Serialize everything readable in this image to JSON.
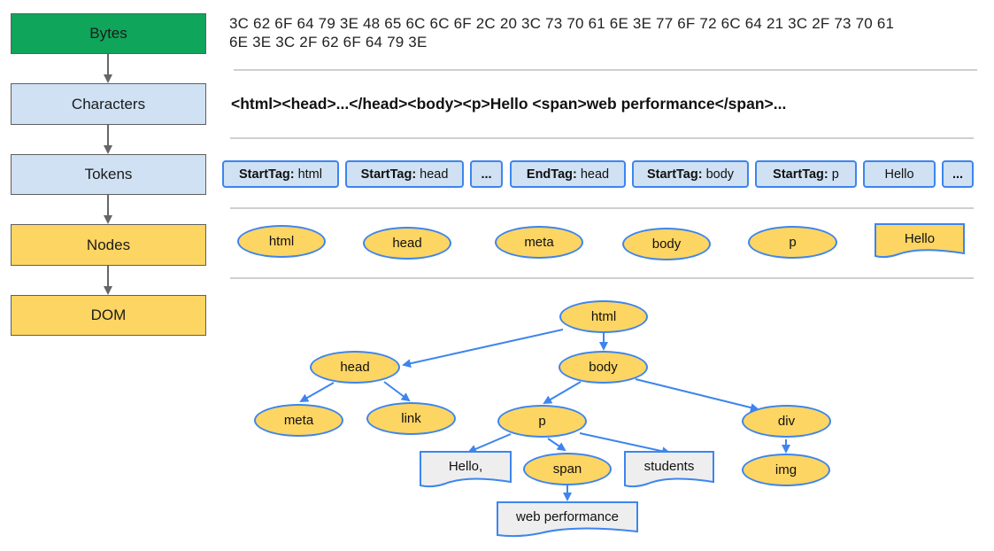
{
  "stages": {
    "bytes": "Bytes",
    "characters": "Characters",
    "tokens": "Tokens",
    "nodes": "Nodes",
    "dom": "DOM"
  },
  "bytes_hex": {
    "line1": "3C 62 6F 64 79 3E 48 65 6C 6C 6F 2C 20 3C 73 70 61 6E 3E 77 6F 72 6C 64 21 3C 2F 73 70 61",
    "line2": "6E 3E 3C 2F 62 6F 64 79 3E"
  },
  "characters_text": "<html><head>...</head><body><p>Hello <span>web performance</span>...",
  "tokens": [
    {
      "kind": "StartTag:",
      "value": "html"
    },
    {
      "kind": "StartTag:",
      "value": "head"
    },
    {
      "kind": "...",
      "value": ""
    },
    {
      "kind": "EndTag:",
      "value": "head"
    },
    {
      "kind": "StartTag:",
      "value": "body"
    },
    {
      "kind": "StartTag:",
      "value": "p"
    },
    {
      "kind": "",
      "value": "Hello"
    },
    {
      "kind": "...",
      "value": ""
    }
  ],
  "nodes": [
    "html",
    "head",
    "meta",
    "body",
    "p",
    "Hello"
  ],
  "dom": {
    "html": "html",
    "head": "head",
    "body": "body",
    "meta": "meta",
    "link": "link",
    "p": "p",
    "div": "div",
    "hello": "Hello,",
    "span": "span",
    "students": "students",
    "img": "img",
    "web_performance": "web performance"
  },
  "colors": {
    "bytes_fill": "#0fa55a",
    "characters_tokens_fill": "#cfe1f3",
    "nodes_fill": "#fdd562",
    "outline_blue": "#3d85ee",
    "text_node_fill": "#eeeeee"
  }
}
